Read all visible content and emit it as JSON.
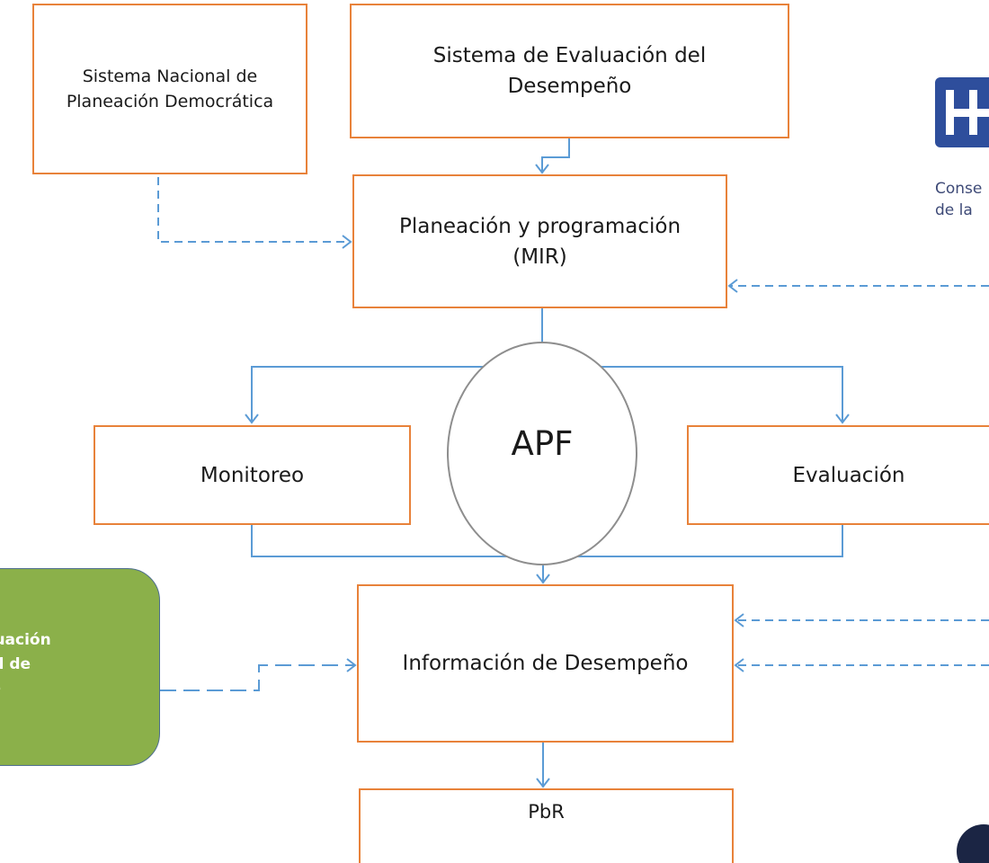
{
  "nodes": {
    "snpd": [
      "Sistema Nacional de",
      "Planeación Democrática"
    ],
    "sed": [
      "Sistema de Evaluación del",
      "Desempeño"
    ],
    "planeacion": [
      "Planeación y programación",
      "(MIR)"
    ],
    "apf": "APF",
    "monitoreo": "Monitoreo",
    "evaluacion": "Evaluación",
    "informacion": "Información de Desempeño",
    "pbr": "PbR"
  },
  "green_box": [
    "e Evaluación",
    "acional de",
    "mático"
  ],
  "logo": {
    "text": [
      "Conse",
      "de la"
    ]
  },
  "colors": {
    "box_border": "#E8823A",
    "connector": "#5B9BD5",
    "green_fill": "#8BB04A",
    "circle_border": "#8E8E8E",
    "logo_blue": "#2E4E9C"
  }
}
